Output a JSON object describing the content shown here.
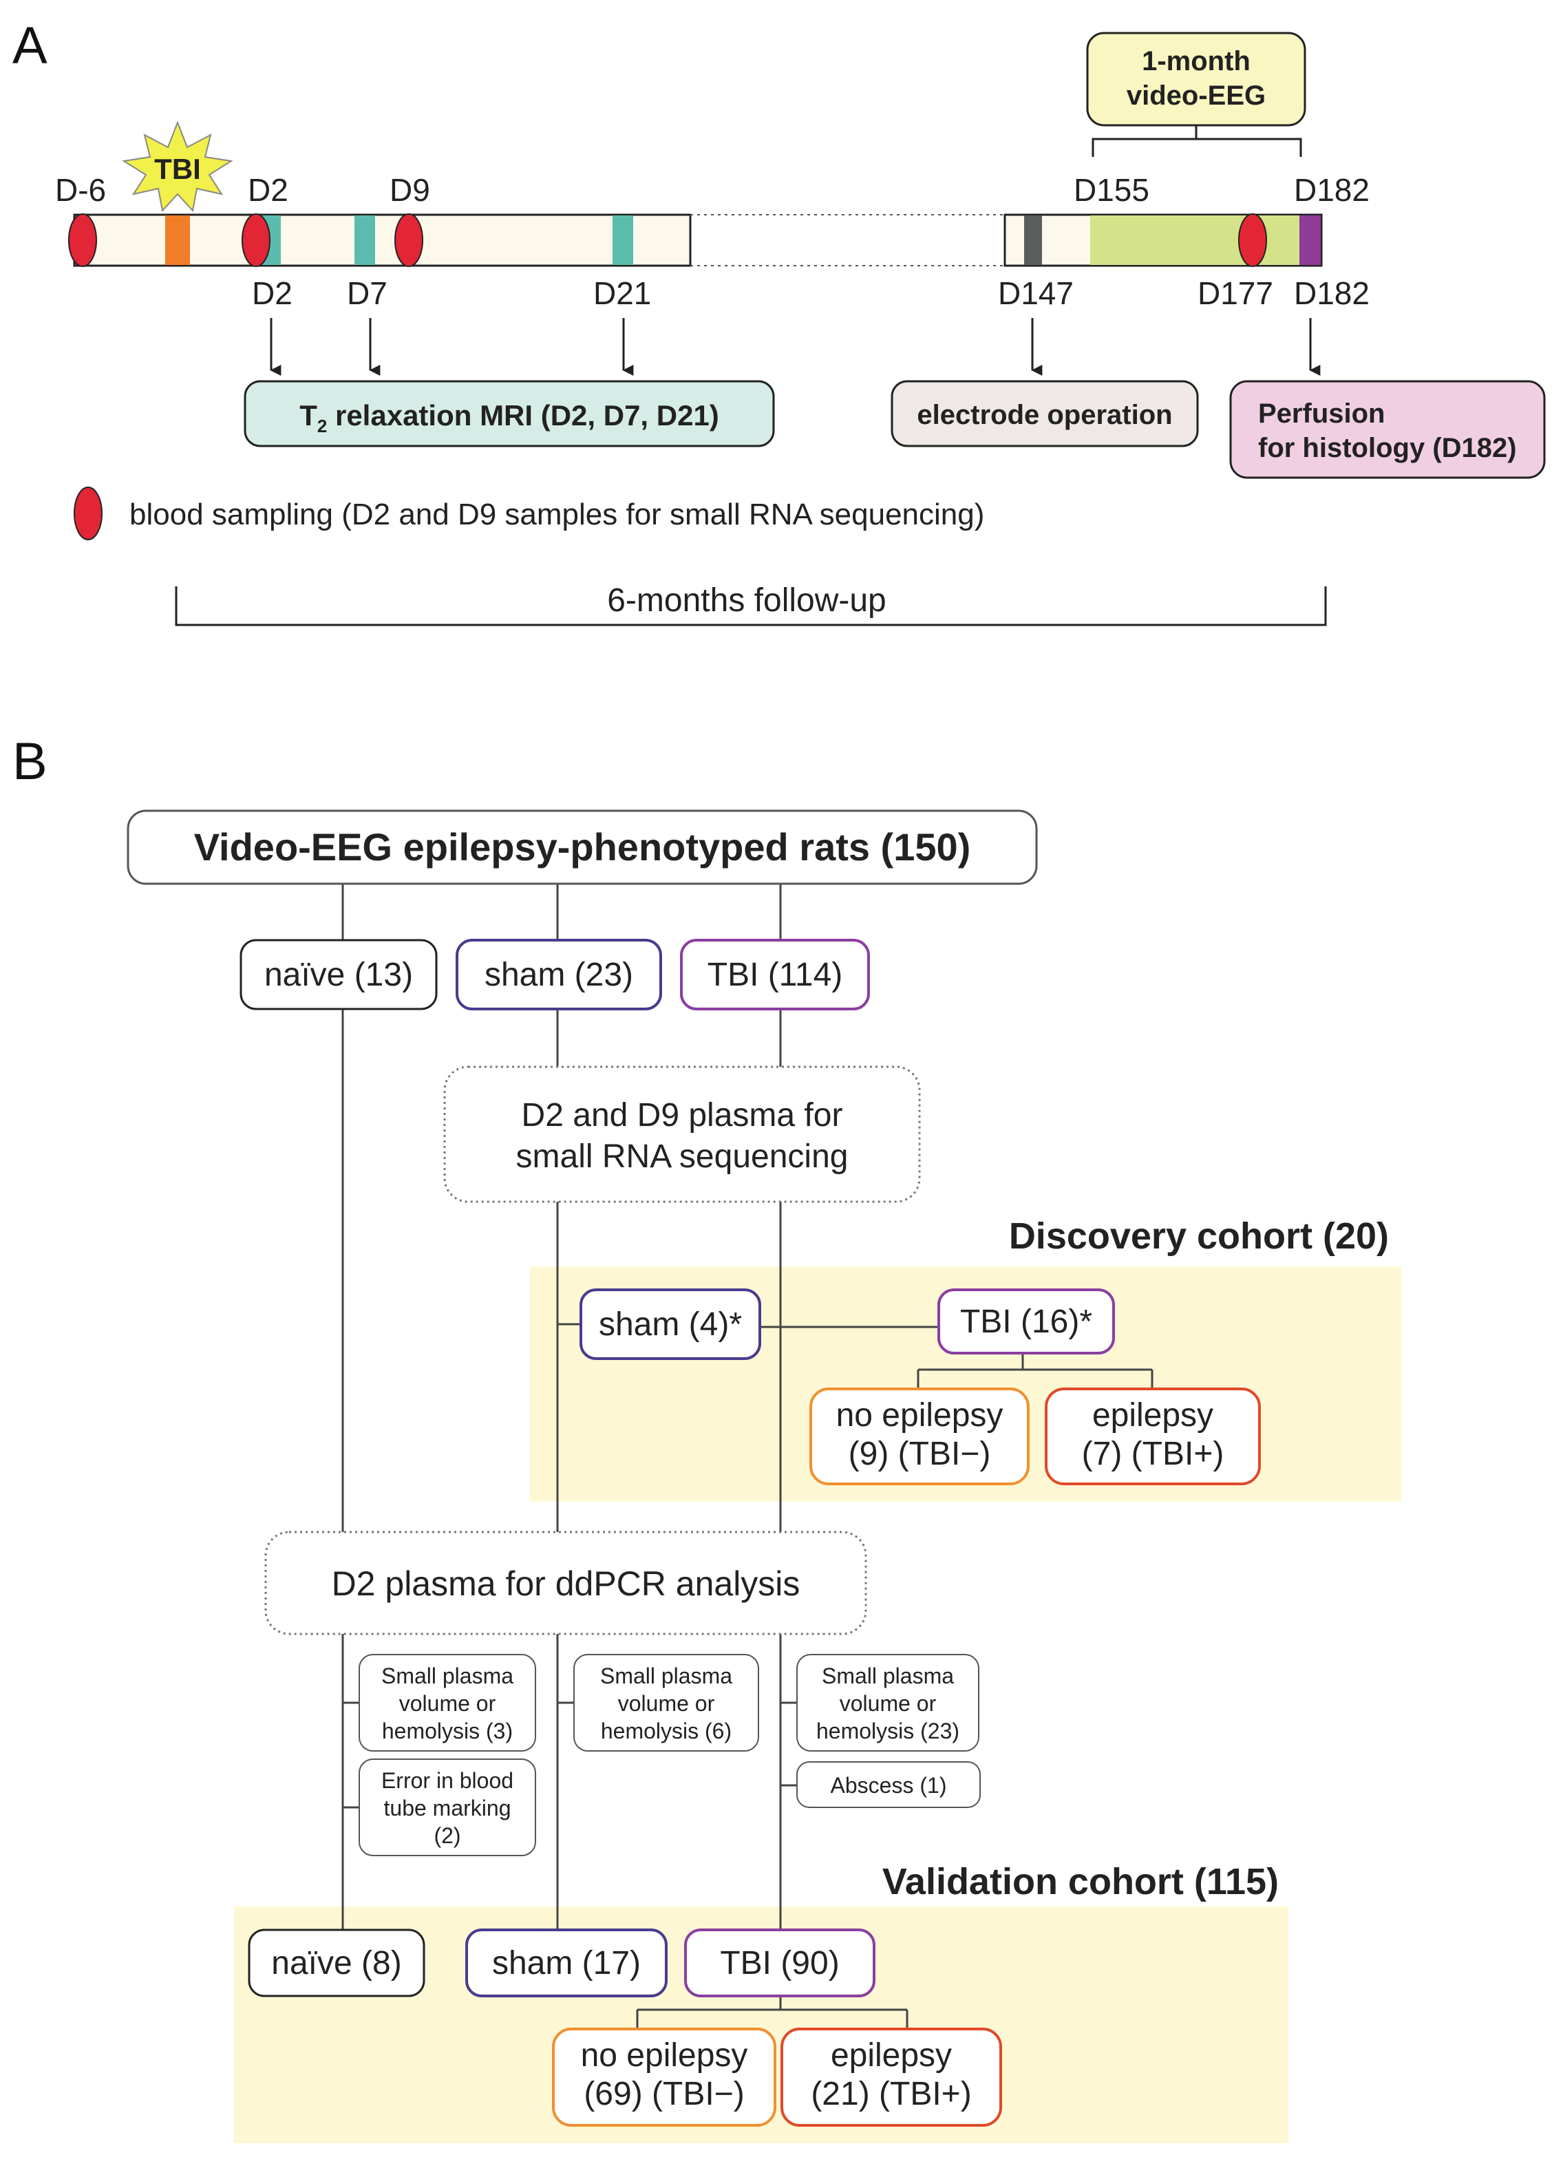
{
  "panels": {
    "a": "A",
    "b": "B"
  },
  "timeline": {
    "tbi_burst": "TBI",
    "video_eeg": {
      "line1": "1-month",
      "line2": "video-EEG"
    },
    "top_days": {
      "d_minus6": "D-6",
      "d2": "D2",
      "d9": "D9",
      "d155": "D155",
      "d182": "D182"
    },
    "bottom_days": {
      "d2": "D2",
      "d7": "D7",
      "d21": "D21",
      "d147": "D147",
      "d177": "D177",
      "d182": "D182"
    },
    "mri_box": {
      "t": "T",
      "sub": "2",
      "rest": " relaxation MRI (D2, D7, D21)"
    },
    "electrode_box": "electrode operation",
    "perfusion_box": {
      "line1": "Perfusion",
      "line2": "for histology (D182)"
    },
    "legend_blood": "blood sampling (D2 and D9 samples for small RNA sequencing)",
    "followup": "6-months follow-up"
  },
  "flow": {
    "top": "Video-EEG epilepsy-phenotyped rats (150)",
    "naive": "naïve (13)",
    "sham": "sham (23)",
    "tbi": "TBI (114)",
    "seq_box": {
      "line1": "D2 and D9 plasma for",
      "line2": "small RNA sequencing"
    },
    "discovery_title": "Discovery cohort (20)",
    "disc_sham": "sham (4)*",
    "disc_tbi": "TBI (16)*",
    "disc_noepi": {
      "line1": "no epilepsy",
      "line2": "(9) (TBI−)"
    },
    "disc_epi": {
      "line1": "epilepsy",
      "line2": "(7) (TBI+)"
    },
    "ddpcr_box": "D2 plasma for ddPCR analysis",
    "excl_naive_1": {
      "line1": "Small plasma",
      "line2": "volume or",
      "line3": "hemolysis (3)"
    },
    "excl_naive_2": {
      "line1": "Error in blood",
      "line2": "tube marking",
      "line3": "(2)"
    },
    "excl_sham": {
      "line1": "Small plasma",
      "line2": "volume or",
      "line3": "hemolysis (6)"
    },
    "excl_tbi_1": {
      "line1": "Small plasma",
      "line2": "volume or",
      "line3": "hemolysis (23)"
    },
    "excl_tbi_2": "Abscess (1)",
    "validation_title": "Validation cohort (115)",
    "val_naive": "naïve (8)",
    "val_sham": "sham (17)",
    "val_tbi": "TBI (90)",
    "val_noepi": {
      "line1": "no epilepsy",
      "line2": "(69) (TBI−)"
    },
    "val_epi": {
      "line1": "epilepsy",
      "line2": "(21) (TBI+)"
    }
  },
  "colors": {
    "timeline_bar": "#fdf8ec",
    "tbi_marker": "#f07d28",
    "mri_marker": "#5bbcad",
    "blood_oval": "#e32636",
    "eeg_segment": "#d4e28a",
    "d182_marker": "#8e3c97",
    "d147_marker": "#5a5f5e",
    "video_eeg_fill": "#f9f6c1",
    "mri_fill": "#d6ece6",
    "electrode_fill": "#efe8e6",
    "perfusion_fill": "#f1cfe3",
    "cohort_bg": "#fdf8d3",
    "sham_border": "#4a3b8f",
    "tbi_border": "#8a3fa0",
    "noepi_border": "#f09030",
    "epi_border": "#e04a2a"
  }
}
